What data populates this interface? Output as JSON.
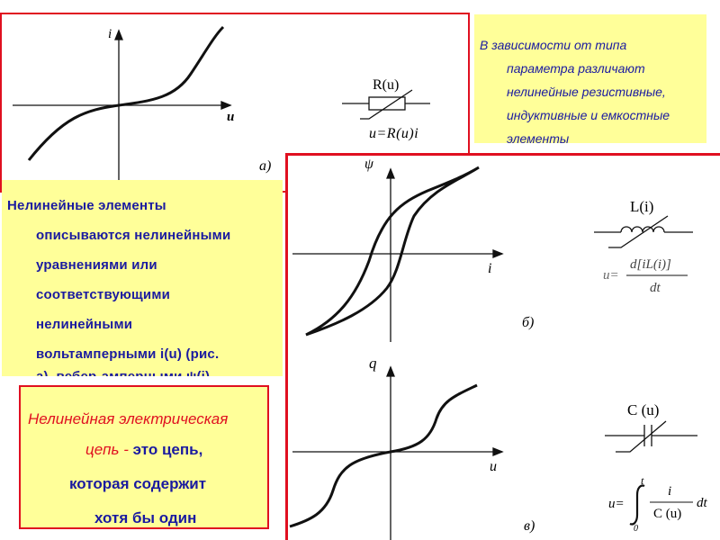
{
  "panel_a": {
    "label": "а)",
    "axis_y": "i",
    "axis_x": "u",
    "symbol_label": "R(u)",
    "equation": "u=R(u)i"
  },
  "panel_b": {
    "label": "б)",
    "axis_y": "ψ",
    "axis_x": "i",
    "symbol_label": "L(i)",
    "eq_lhs": "u=",
    "eq_num": "d[iL(i)]",
    "eq_den": "dt"
  },
  "panel_c": {
    "label": "в)",
    "axis_y": "q",
    "axis_x": "u",
    "symbol_label": "C (u)",
    "eq_lhs": "u=",
    "int_upper": "t",
    "int_lower": "0",
    "eq_num": "i",
    "eq_den": "C (u)",
    "eq_dt": "dt"
  },
  "note_right": {
    "lines": [
      "В зависимости от типа",
      "параметра различают",
      "нелинейные резистивные,",
      "индуктивные и емкостные",
      "элементы"
    ]
  },
  "note_left": {
    "lines": [
      "Нелинейные элементы",
      "описываются нелинейными",
      "уравнениями или",
      "соответствующими",
      "нелинейными",
      "вольтамперными i(u) (рис.",
      "а), вебер-амперными ψ(i)"
    ]
  },
  "definition": {
    "red_part1": "Нелинейная электрическая",
    "red_part2": "цепь -",
    "blue_part2": " это цепь,",
    "line3": "которая содержит",
    "line4": "хотя бы один"
  },
  "colors": {
    "accent_red": "#e01020",
    "note_yellow": "#ffff99",
    "text_blue": "#1a1aa0",
    "ink": "#111111"
  }
}
